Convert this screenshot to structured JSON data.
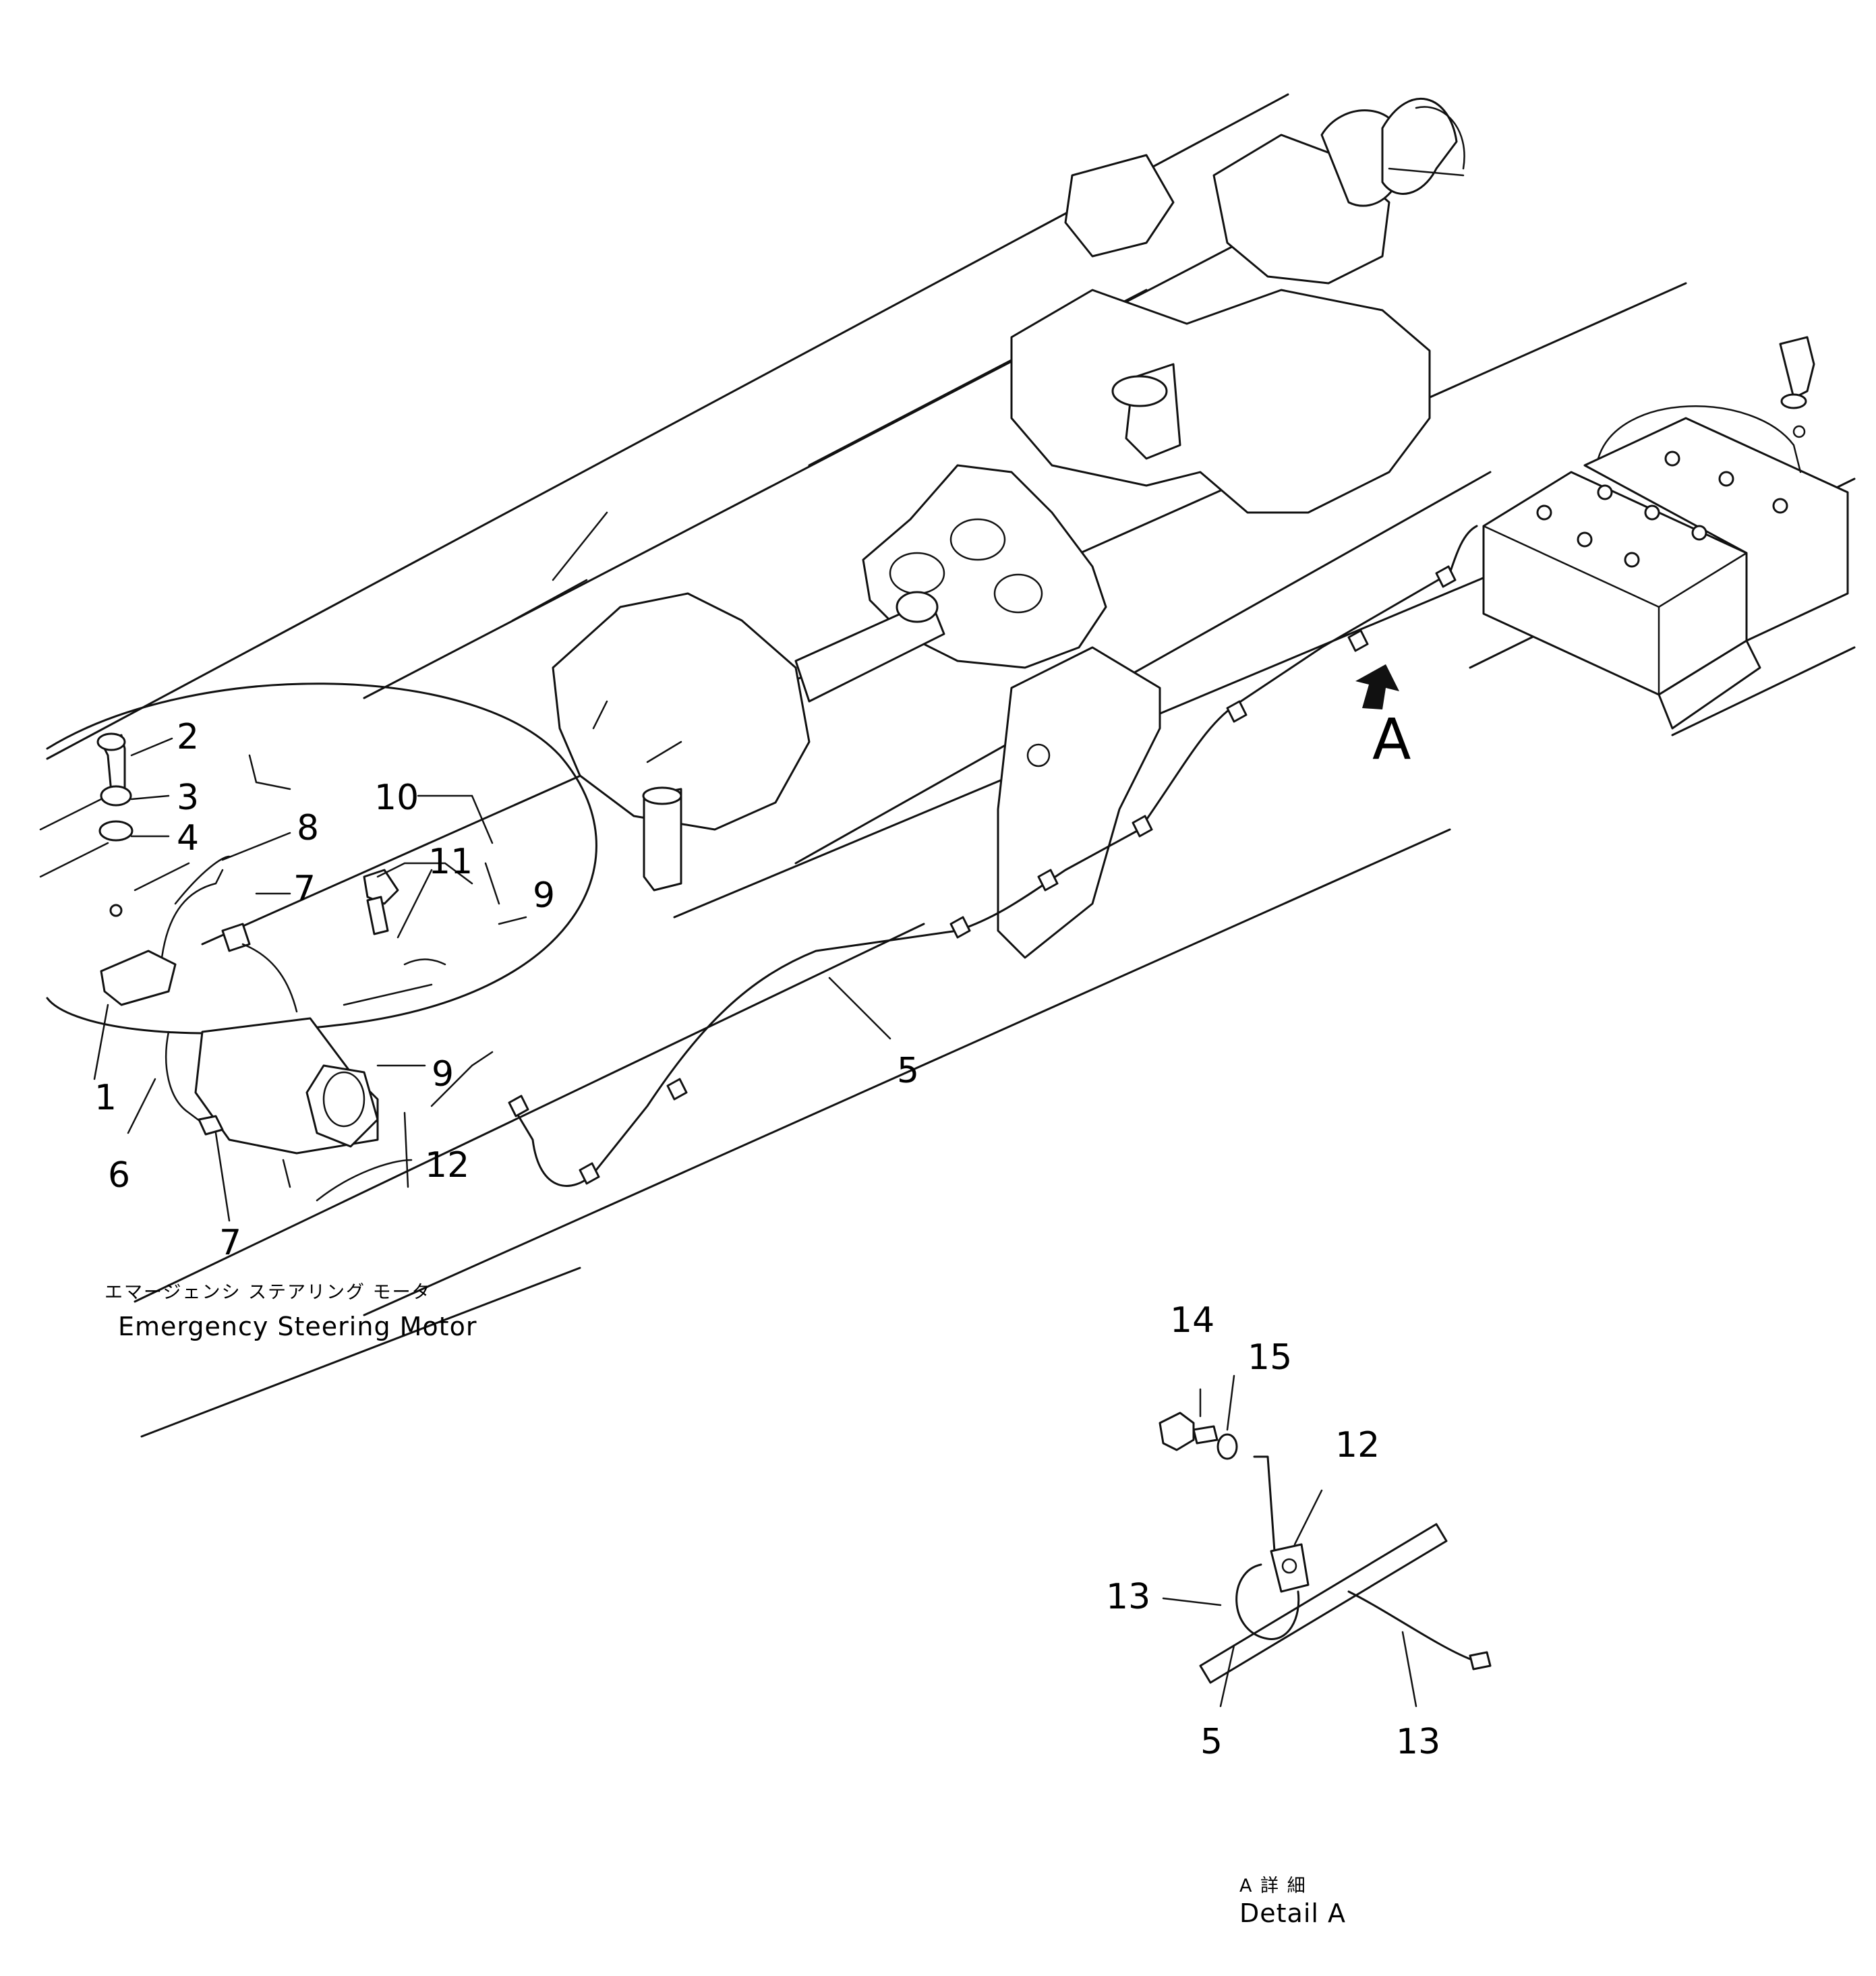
{
  "callouts": {
    "n1": "1",
    "n2": "2",
    "n3": "3",
    "n4": "4",
    "n5a": "5",
    "n5b": "5",
    "n6": "6",
    "n7a": "7",
    "n7b": "7",
    "n8": "8",
    "n9a": "9",
    "n9b": "9",
    "n10": "10",
    "n11": "11",
    "n12a": "12",
    "n12b": "12",
    "n13a": "13",
    "n13b": "13",
    "n14": "14",
    "n15": "15",
    "A": "A"
  },
  "motor_caption": {
    "japanese": "エマージェンシ ステアリング モータ",
    "english": "Emergency Steering Motor"
  },
  "detail_caption": {
    "japanese": "A 詳 細",
    "english": "Detail A"
  }
}
